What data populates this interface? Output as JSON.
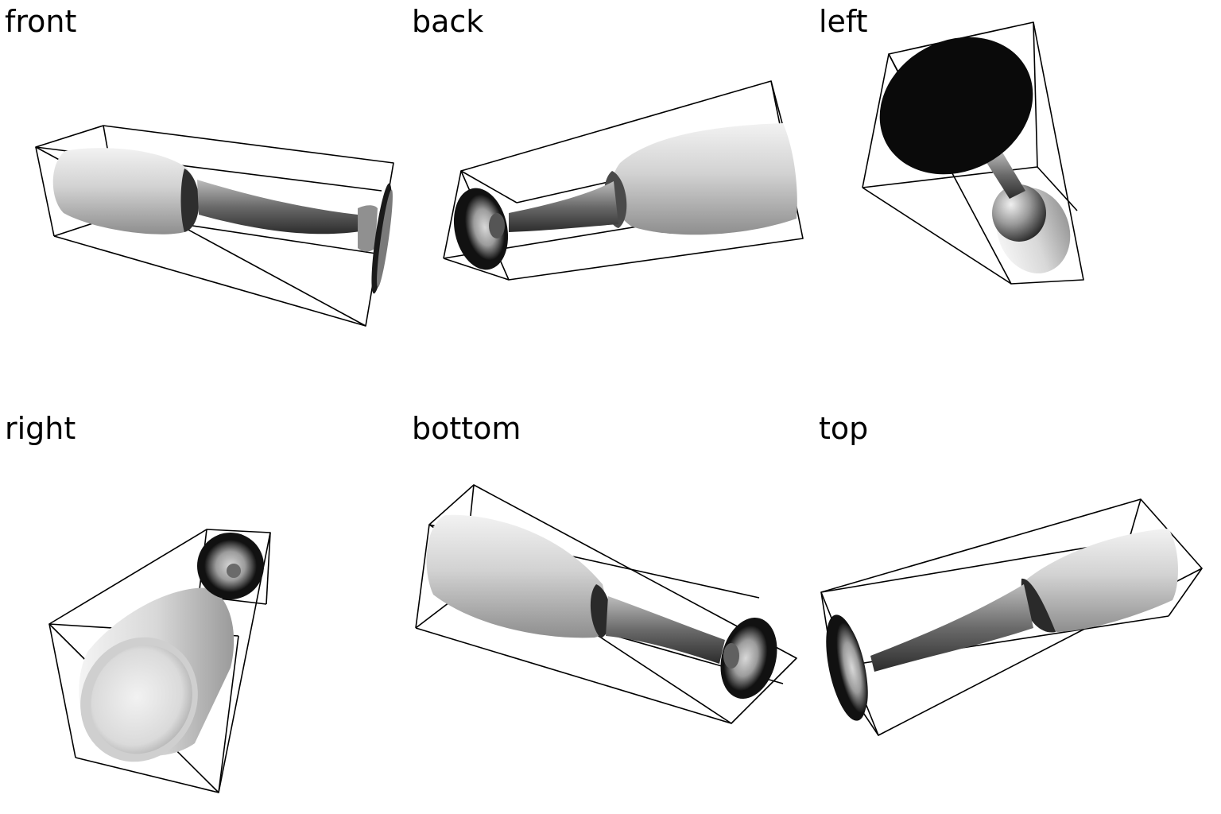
{
  "views": [
    {
      "id": "front",
      "label": "front"
    },
    {
      "id": "back",
      "label": "back"
    },
    {
      "id": "left",
      "label": "left"
    },
    {
      "id": "right",
      "label": "right"
    },
    {
      "id": "bottom",
      "label": "bottom"
    },
    {
      "id": "top",
      "label": "top"
    }
  ],
  "colors": {
    "background": "#ffffff",
    "glass_light": "#e6e6e6",
    "glass_mid": "#a8a8a8",
    "glass_dark": "#3a3a3a",
    "base_black": "#0a0a0a",
    "bbox_stroke": "#000000"
  }
}
